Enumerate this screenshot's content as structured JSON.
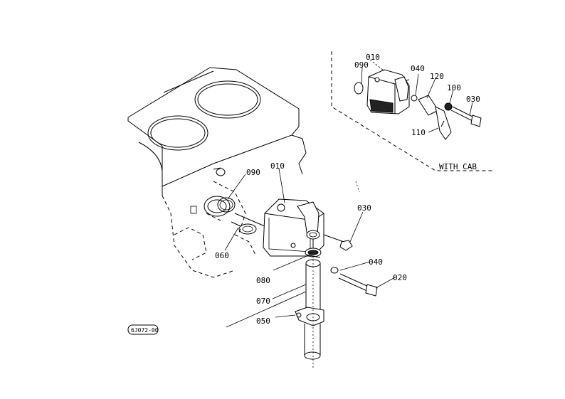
{
  "callouts": {
    "c010_main": "010",
    "c090_main": "090",
    "c030_main": "030",
    "c060": "060",
    "c040_main": "040",
    "c020": "020",
    "c080": "080",
    "c070": "070",
    "c050": "050",
    "c010_inset": "010",
    "c090_inset": "090",
    "c040_inset": "040",
    "c120": "120",
    "c100": "100",
    "c030_inset": "030",
    "c110": "110"
  },
  "inset_label": "WITH CAB",
  "drawing_code": "6J072-00"
}
